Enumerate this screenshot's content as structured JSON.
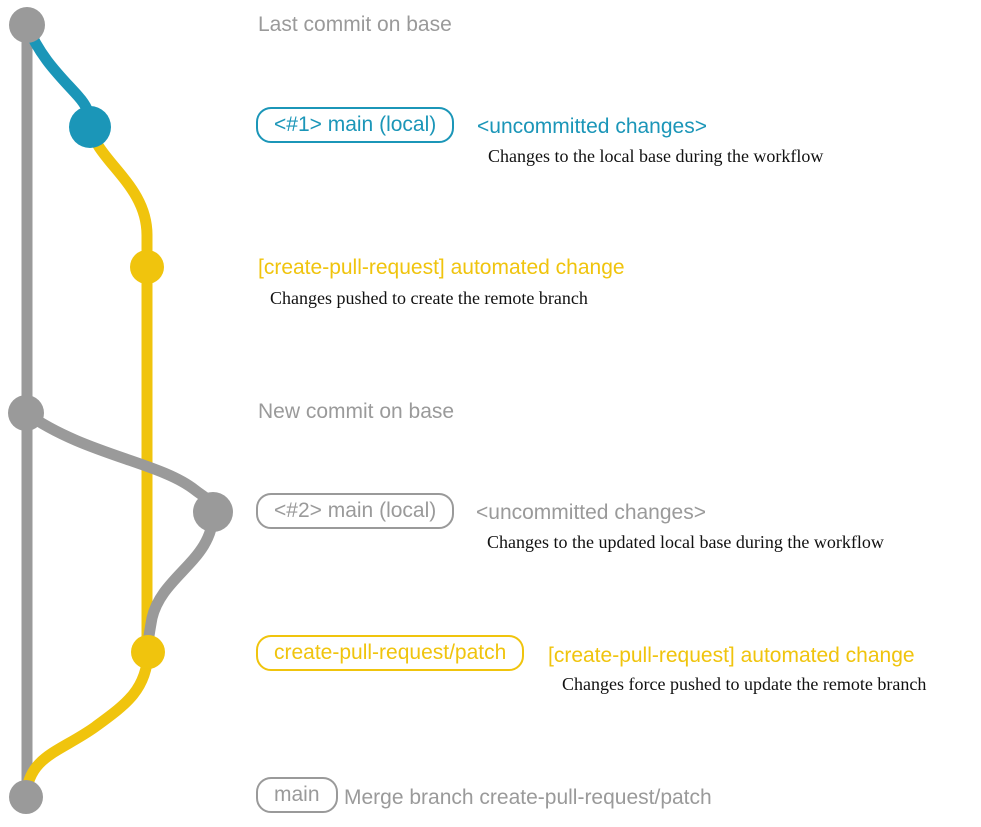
{
  "colors": {
    "gray": "#9a9a9a",
    "teal": "#1b96b8",
    "yellow": "#f0c40d",
    "ink": "#111111",
    "background": "#ffffff"
  },
  "graph": {
    "branches": [
      {
        "name": "base-branch",
        "color": "#9a9a9a"
      },
      {
        "name": "local-uncommitted-changes",
        "color": "#1b96b8"
      },
      {
        "name": "create-pull-request-patch",
        "color": "#f0c40d"
      }
    ],
    "nodes": [
      {
        "name": "commit-last-on-base",
        "color": "#9a9a9a"
      },
      {
        "name": "commit-uncommitted-1",
        "color": "#1b96b8"
      },
      {
        "name": "commit-automated-change-1",
        "color": "#f0c40d"
      },
      {
        "name": "commit-new-on-base",
        "color": "#9a9a9a"
      },
      {
        "name": "commit-uncommitted-2",
        "color": "#9a9a9a"
      },
      {
        "name": "commit-automated-change-2",
        "color": "#f0c40d"
      },
      {
        "name": "commit-merge",
        "color": "#9a9a9a"
      }
    ]
  },
  "rows": {
    "row1": {
      "label": "Last commit on base"
    },
    "row2": {
      "badge": "<#1> main (local)",
      "status": "<uncommitted changes>",
      "note": "Changes to the local base during the workflow"
    },
    "row3": {
      "title": "[create-pull-request] automated change",
      "note": "Changes pushed to create the remote branch"
    },
    "row4": {
      "label": "New commit on base"
    },
    "row5": {
      "badge": "<#2> main (local)",
      "status": "<uncommitted changes>",
      "note": "Changes to the updated local base during the workflow"
    },
    "row6": {
      "badge": "create-pull-request/patch",
      "title": "[create-pull-request] automated change",
      "note": "Changes force pushed to update the remote branch"
    },
    "row7": {
      "badge": "main",
      "message": "Merge branch create-pull-request/patch"
    }
  }
}
